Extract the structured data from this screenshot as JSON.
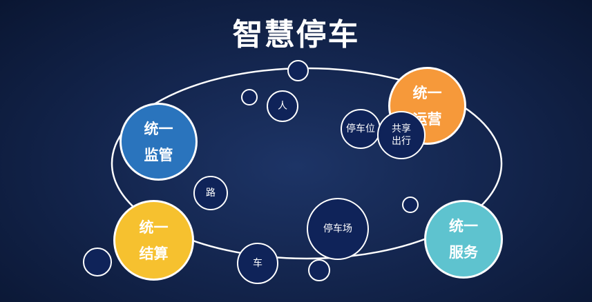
{
  "title": "智慧停车",
  "pillars": {
    "supervision": [
      "统一",
      "监管"
    ],
    "operation": [
      "统一",
      "运营"
    ],
    "settlement": [
      "统一",
      "结算"
    ],
    "service": [
      "统一",
      "服务"
    ]
  },
  "elements": {
    "person": "人",
    "parking_space": "停车位",
    "shared_mobility": [
      "共享",
      "出行"
    ],
    "road": "路",
    "parking_lot": "停车场",
    "vehicle": "车"
  },
  "colors": {
    "background": "#14264f",
    "node_fill": "#0f2359",
    "supervision": "#2a74bd",
    "operation": "#f6993a",
    "settlement": "#f6c12f",
    "service": "#5ec3cf"
  }
}
